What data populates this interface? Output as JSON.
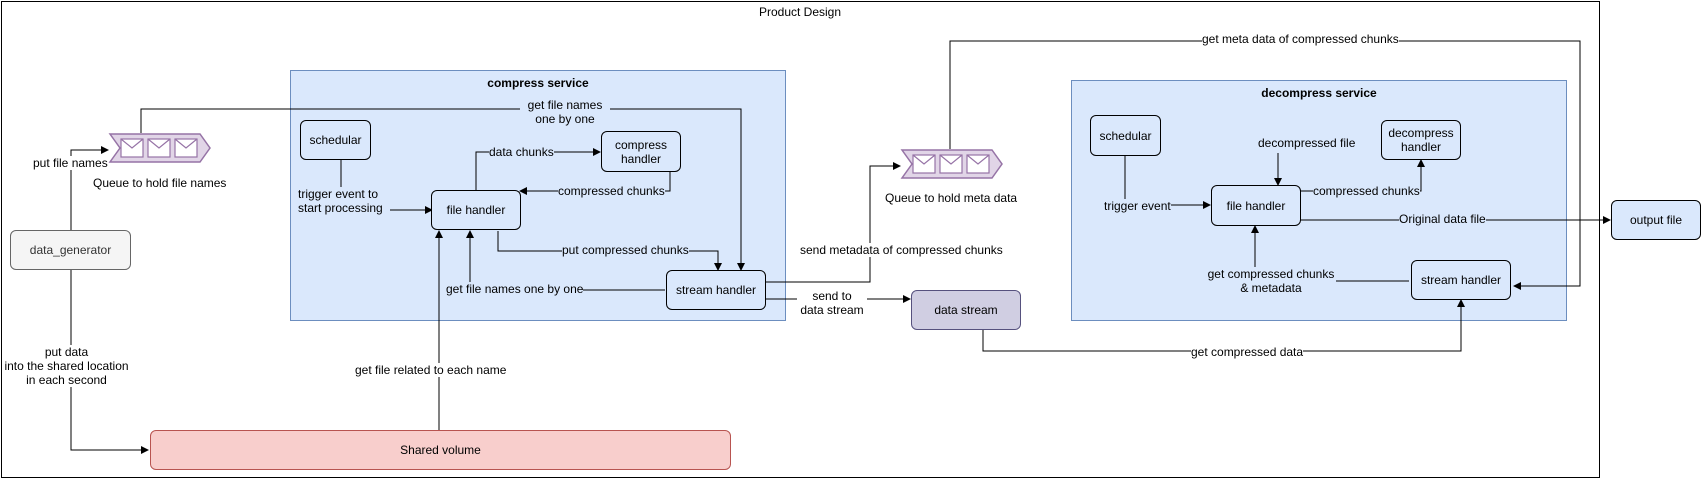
{
  "title": "Product Design",
  "compress_service": {
    "title": "compress service",
    "schedular": "schedular",
    "file_handler": "file handler",
    "compress_handler": "compress\nhandler",
    "stream_handler": "stream handler",
    "labels": {
      "get_file_names": "get file names\none by one",
      "data_chunks": "data chunks",
      "compressed_chunks": "compressed chunks",
      "trigger": "trigger event to\nstart processing",
      "put_compressed_chunks": "put compressed chunks",
      "get_file_names_one_by_one": "get file names one by one"
    }
  },
  "decompress_service": {
    "title": "decompress service",
    "schedular": "schedular",
    "file_handler": "file handler",
    "decompress_handler": "decompress\nhandler",
    "stream_handler": "stream handler",
    "labels": {
      "decompressed_file": "decompressed file",
      "compressed_chunks": "compressed chunks",
      "trigger": "trigger event",
      "get_chunks_meta": "get compressed chunks\n& metadata"
    }
  },
  "queues": {
    "file_names": "Queue to hold file names",
    "meta_data": "Queue to hold meta data"
  },
  "nodes": {
    "data_generator": "data_generator",
    "shared_volume": "Shared volume",
    "data_stream": "data stream",
    "output_file": "output file"
  },
  "edge_labels": {
    "put_file_names": "put file names",
    "put_data": "put data\ninto the shared location\nin each second",
    "get_file_related": "get file related to each name",
    "send_metadata": "send metadata of compressed chunks",
    "send_to_stream": "send to\ndata stream",
    "get_meta_data": "get meta data of compressed chunks",
    "get_compressed_data": "get compressed data",
    "original_data_file": "Original data file"
  }
}
